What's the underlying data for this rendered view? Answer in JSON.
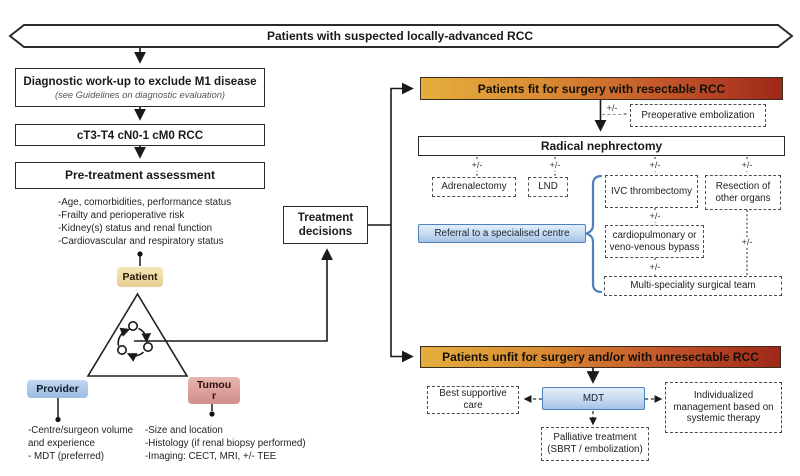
{
  "top_banner": {
    "label": "Patients with suspected locally-advanced RCC"
  },
  "left_flow": {
    "diagnostic_title": "Diagnostic work-up to exclude M1 disease",
    "diagnostic_subtitle": "(see Guidelines on diagnostic evaluation)",
    "stage_label": "cT3-T4 cN0-1 cM0 RCC",
    "assessment_title": "Pre-treatment assessment",
    "assessment_factors": [
      "-Age, comorbidities, performance status",
      "-Frailty and perioperative risk",
      "-Kidney(s) status and renal function",
      "-Cardiovascular and respiratory status"
    ]
  },
  "triad": {
    "patient_label": "Patient",
    "provider_label": "Provider",
    "tumour_label_line1": "Tumou",
    "tumour_label_line2": "r",
    "provider_factors": [
      "-Centre/surgeon volume",
      "and experience",
      "- MDT (preferred)"
    ],
    "tumour_factors": [
      "-Size and location",
      "-Histology (if renal biopsy performed)",
      "-Imaging: CECT, MRI, +/- TEE"
    ]
  },
  "center": {
    "treatment_decisions": "Treatment decisions"
  },
  "fit_branch": {
    "banner": "Patients fit for surgery with resectable RCC",
    "preoperative_embolization": "Preoperative embolization",
    "radical_nephrectomy": "Radical nephrectomy",
    "adrenalectomy": "Adrenalectomy",
    "lnd": "LND",
    "ivc_thrombectomy": "IVC thrombectomy",
    "resection_other_organs": "Resection of other organs",
    "bypass": "cardiopulmonary or veno-venous bypass",
    "multi_speciality": "Multi-speciality surgical team",
    "referral": "Referral to a specialised centre"
  },
  "unfit_branch": {
    "banner": "Patients unfit for surgery and/or with unresectable RCC",
    "mdt": "MDT",
    "best_supportive_care": "Best supportive care",
    "individualized": "Individualized management based on systemic therapy",
    "palliative": "Palliative treatment (SBRT / embolization)"
  },
  "symbols": {
    "plus_minus": "+/-"
  },
  "colors": {
    "banner_gradient_start": "#e5ae3d",
    "banner_gradient_end": "#9e2718",
    "blue_accent": "#4f81bd",
    "patient_pill": "#ecd9a2",
    "provider_pill": "#a9c6e8",
    "tumour_pill": "#d99794",
    "line_color": "#1a1a1a"
  }
}
